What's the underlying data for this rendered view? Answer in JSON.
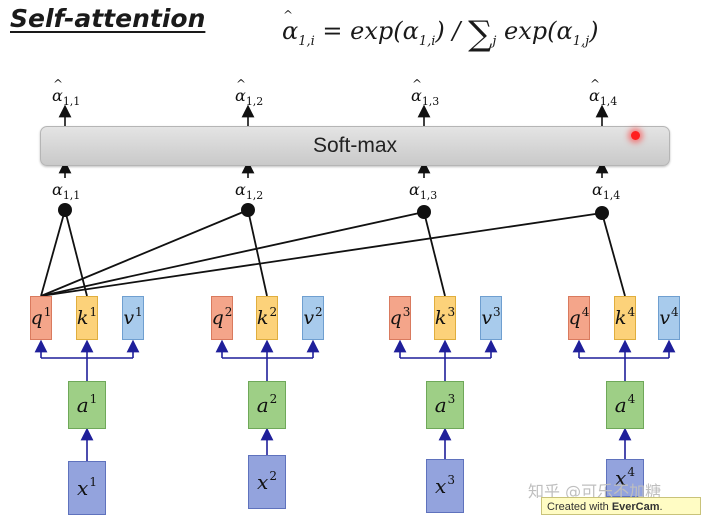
{
  "title": "Self-attention",
  "formula": {
    "lhs": "α",
    "lhs_sub": "1,i",
    "equals": " = exp(α",
    "num_sub": "1,i",
    "mid": ") / ",
    "sum": "∑",
    "sum_sub": "j",
    "den": " exp(α",
    "den_sub": "1,j",
    "close": ")"
  },
  "softmax_label": "Soft-max",
  "alpha_hat": [
    {
      "sym": "α",
      "sub": "1,1"
    },
    {
      "sym": "α",
      "sub": "1,2"
    },
    {
      "sym": "α",
      "sub": "1,3"
    },
    {
      "sym": "α",
      "sub": "1,4"
    }
  ],
  "alpha": [
    {
      "sym": "α",
      "sub": "1,1"
    },
    {
      "sym": "α",
      "sub": "1,2"
    },
    {
      "sym": "α",
      "sub": "1,3"
    },
    {
      "sym": "α",
      "sub": "1,4"
    }
  ],
  "groups": [
    {
      "q": "q",
      "k": "k",
      "v": "v",
      "a": "a",
      "x": "x",
      "sup": "1"
    },
    {
      "q": "q",
      "k": "k",
      "v": "v",
      "a": "a",
      "x": "x",
      "sup": "2"
    },
    {
      "q": "q",
      "k": "k",
      "v": "v",
      "a": "a",
      "x": "x",
      "sup": "3"
    },
    {
      "q": "q",
      "k": "k",
      "v": "v",
      "a": "a",
      "x": "x",
      "sup": "4"
    }
  ],
  "watermark": "知乎 @可乐不加糖",
  "evercam": {
    "prefix": "Created with ",
    "brand": "EverCam",
    "suffix": "."
  },
  "colors": {
    "line_dark": "#111111",
    "arrow_blue": "#1f1f9a",
    "query": "#f4a58a",
    "key": "#fcd27a",
    "value": "#a8cbec",
    "input_a": "#9ecf86",
    "input_x": "#93a3dd"
  }
}
